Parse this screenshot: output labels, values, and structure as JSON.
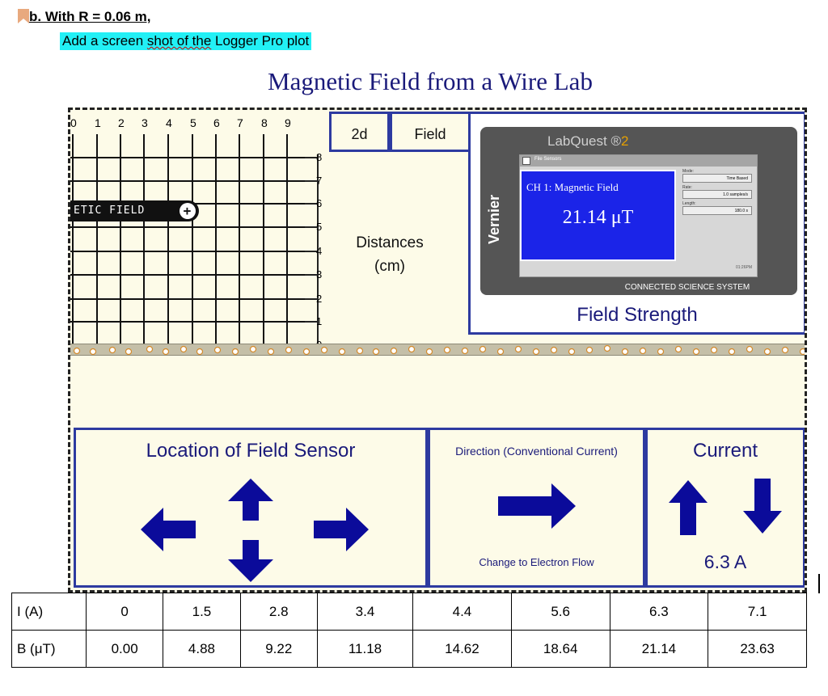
{
  "doc": {
    "question_heading": "b.   With R = 0.06 m,",
    "instruction_prefix": "Add a screen ",
    "instruction_squiggle": "shot of the",
    "instruction_suffix": " Logger Pro plot"
  },
  "lab": {
    "title": "Magnetic Field from a Wire Lab",
    "buttons": {
      "mode_2d": "2d",
      "field": "Field"
    },
    "grid_top_numbers": [
      "0",
      "1",
      "2",
      "3",
      "4",
      "5",
      "6",
      "7",
      "8",
      "9"
    ],
    "ruler_numbers": [
      "8",
      "7",
      "6",
      "5",
      "4",
      "3",
      "2",
      "1",
      "0"
    ],
    "sensor_label": "ETIC FIELD",
    "sensor_plus": "+",
    "distances_label": "Distances (cm)",
    "labquest": {
      "brand": "LabQuest ®",
      "brand_number": "2",
      "vernier": "Vernier",
      "menu": "File   Sensors",
      "channel": "CH 1: Magnetic Field",
      "reading": "21.14 μT",
      "mode_label": "Mode:",
      "mode_value": "Time Based",
      "rate_label": "Rate:",
      "rate_value": "1.0 samples/s",
      "length_label": "Length:",
      "length_value": "180.0 s",
      "time": "01:26PM",
      "footer": "CONNECTED SCIENCE SYSTEM"
    },
    "field_strength_label": "Field Strength",
    "location_title": "Location of Field Sensor",
    "direction_title": "Direction (Conventional Current)",
    "electron_flow_label": "Change to Electron Flow",
    "current_title": "Current",
    "current_value": "6.3 A",
    "colors": {
      "arrow": "#0b0b9a",
      "panel_border": "#2d3aa0",
      "sim_background": "#fdfbe8"
    }
  },
  "table": {
    "rows": [
      {
        "label": "I (A)",
        "values": [
          "0",
          "1.5",
          "2.8",
          "3.4",
          "4.4",
          "5.6",
          "6.3",
          "7.1"
        ]
      },
      {
        "label": "B (μT)",
        "values": [
          "0.00",
          "4.88",
          "9.22",
          "11.18",
          "14.62",
          "18.64",
          "21.14",
          "23.63"
        ]
      }
    ]
  }
}
